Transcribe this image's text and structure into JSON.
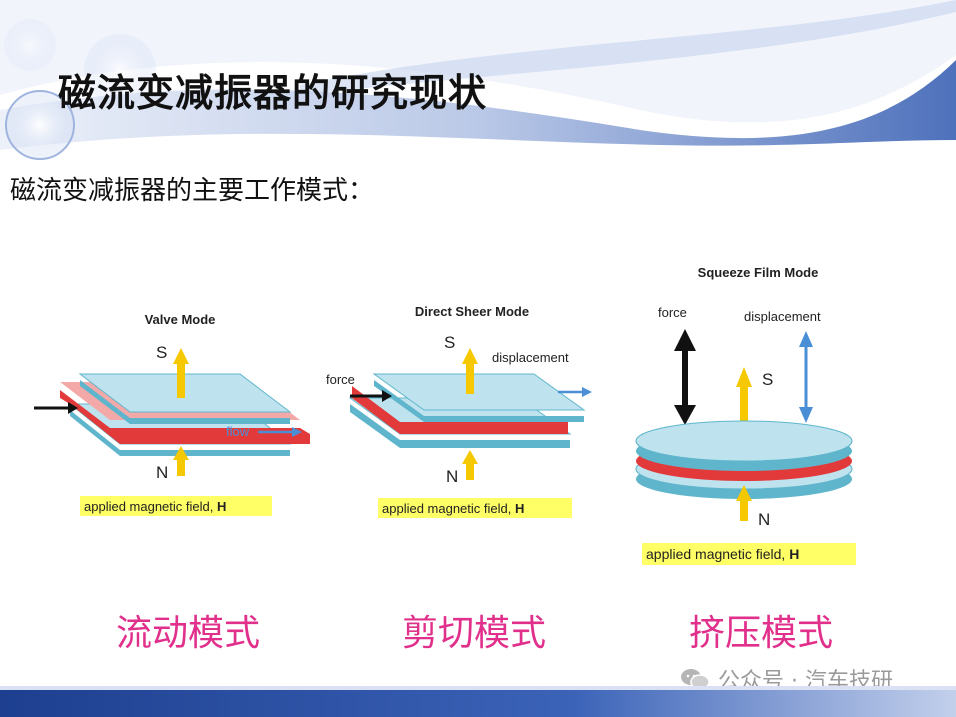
{
  "slide": {
    "title": "磁流变减振器的研究现状",
    "subtitle": "磁流变减振器的主要工作模式："
  },
  "diagrams": [
    {
      "heading": "Valve Mode",
      "pole_top": "S",
      "pole_bottom": "N",
      "flow_label": "flow",
      "field_label": "applied magnetic field, ",
      "field_symbol": "H",
      "caption": "流动模式"
    },
    {
      "heading": "Direct Sheer  Mode",
      "pole_top": "S",
      "pole_bottom": "N",
      "force_label": "force",
      "displacement_label": "displacement",
      "field_label": "applied magnetic field, ",
      "field_symbol": "H",
      "caption": "剪切模式"
    },
    {
      "heading": "Squeeze Film  Mode",
      "pole_top": "S",
      "pole_bottom": "N",
      "force_label": "force",
      "displacement_label": "displacement",
      "field_label": "applied magnetic field, ",
      "field_symbol": "H",
      "caption": "挤压模式"
    }
  ],
  "watermark": {
    "text": "公众号 · 汽车技研",
    "icon": "wechat-icon"
  },
  "colors": {
    "plate": "#bfe3ee",
    "plate_edge": "#5fb6cc",
    "fluid": "#e23a3a",
    "arrow_yellow": "#f5c800",
    "arrow_blue": "#4a8fd6",
    "highlight": "#ffff66",
    "caption": "#e0308c"
  }
}
